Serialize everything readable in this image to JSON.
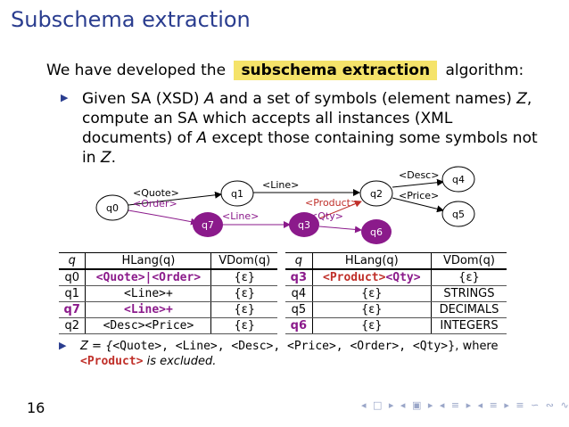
{
  "title": "Subschema extraction",
  "intro": {
    "before": "We have developed the",
    "highlight": "subschema extraction",
    "after": "algorithm:"
  },
  "bullet1": {
    "p1": "Given SA (XSD) ",
    "A1": "A",
    "p2": " and a set of symbols (element names) ",
    "Z1": "Z",
    "p3": ", compute an SA which accepts all instances (XML documents) of ",
    "A2": "A",
    "p4": " except those containing some symbols not in ",
    "Z2": "Z",
    "p5": "."
  },
  "automaton": {
    "states": [
      "q0",
      "q1",
      "q7",
      "q3",
      "q2",
      "q6",
      "q4",
      "q5"
    ],
    "edges": {
      "quote": "<Quote>",
      "order": "<Order>",
      "line_top": "<Line>",
      "line_low": "<Line>",
      "product": "<Product>",
      "qty": "<Qty>",
      "desc": "<Desc>",
      "price": "<Price>"
    },
    "colors": {
      "purple": "#8b1a8b",
      "red": "#c0302a",
      "black": "#000000"
    }
  },
  "table_left": {
    "headers": [
      "q",
      "HLang(q)",
      "VDom(q)"
    ],
    "rows": [
      [
        "q0",
        "<Quote>|<Order>",
        "{ε}"
      ],
      [
        "q1",
        "<Line>+",
        "{ε}"
      ],
      [
        "q7",
        "<Line>+",
        "{ε}"
      ],
      [
        "q2",
        "<Desc><Price>",
        "{ε}"
      ]
    ]
  },
  "table_right": {
    "headers": [
      "q",
      "HLang(q)",
      "VDom(q)"
    ],
    "rows": [
      [
        "q3",
        "<Product><Qty>",
        "{ε}"
      ],
      [
        "q4",
        "{ε}",
        "STRINGS"
      ],
      [
        "q5",
        "{ε}",
        "DECIMALS"
      ],
      [
        "q6",
        "{ε}",
        "INTEGERS"
      ]
    ]
  },
  "bullet2": {
    "lhs": "Z = {",
    "set": "<Quote>, <Line>, <Desc>, <Price>, <Order>, <Qty>",
    "rhs": "}, where ",
    "excluded_symbol": "<Product>",
    "tail": " is excluded."
  },
  "slide_number": "16",
  "navbar": "◂ □ ▸ ◂ ▣ ▸ ◂ ≡ ▸ ◂ ≡ ▸ ≡ ∽ ∾ ∿"
}
